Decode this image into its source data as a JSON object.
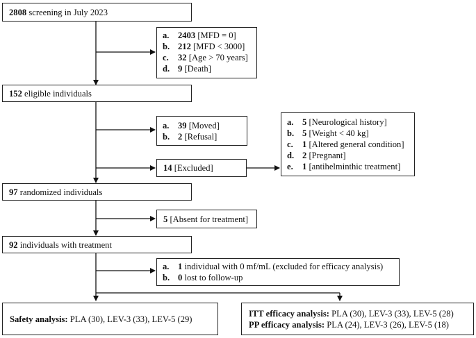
{
  "screening": {
    "count": "2808",
    "text": "screening in July 2023"
  },
  "screen_exclusions": [
    {
      "letter": "a.",
      "count": "2403",
      "text": "[MFD = 0]"
    },
    {
      "letter": "b.",
      "count": "212",
      "text": "[MFD < 3000]"
    },
    {
      "letter": "c.",
      "count": "32",
      "text": "[Age > 70 years]"
    },
    {
      "letter": "d.",
      "count": "9",
      "text": "[Death]"
    }
  ],
  "eligible": {
    "count": "152",
    "text": "eligible individuals"
  },
  "eligible_exclusions": [
    {
      "letter": "a.",
      "count": "39",
      "text": "[Moved]"
    },
    {
      "letter": "b.",
      "count": "2",
      "text": "[Refusal]"
    }
  ],
  "excluded": {
    "count": "14",
    "text": "[Excluded]"
  },
  "excluded_reasons": [
    {
      "letter": "a.",
      "count": "5",
      "text": "[Neurological history]"
    },
    {
      "letter": "b.",
      "count": "5",
      "text": "[Weight < 40 kg]"
    },
    {
      "letter": "c.",
      "count": "1",
      "text": "[Altered general condition]"
    },
    {
      "letter": "d.",
      "count": "2",
      "text": "[Pregnant]"
    },
    {
      "letter": "e.",
      "count": "1",
      "text": "[antihelminthic treatment]"
    }
  ],
  "randomized": {
    "count": "97",
    "text": "randomized individuals"
  },
  "absent": {
    "count": "5",
    "text": "[Absent for treatment]"
  },
  "treated": {
    "count": "92",
    "text": "individuals with treatment"
  },
  "treated_exclusions": [
    {
      "letter": "a.",
      "count": "1",
      "text": "individual with 0 mf/mL (excluded for efficacy analysis)"
    },
    {
      "letter": "b.",
      "count": "0",
      "text": "lost to follow-up"
    }
  ],
  "safety": {
    "label": "Safety analysis:",
    "text": "PLA (30), LEV-3 (33), LEV-5 (29)"
  },
  "itt": {
    "label": "ITT efficacy analysis:",
    "text": "PLA (30), LEV-3 (33), LEV-5 (28)"
  },
  "pp": {
    "label": "PP efficacy analysis:",
    "text": "PLA (24), LEV-3 (26), LEV-5 (18)"
  }
}
